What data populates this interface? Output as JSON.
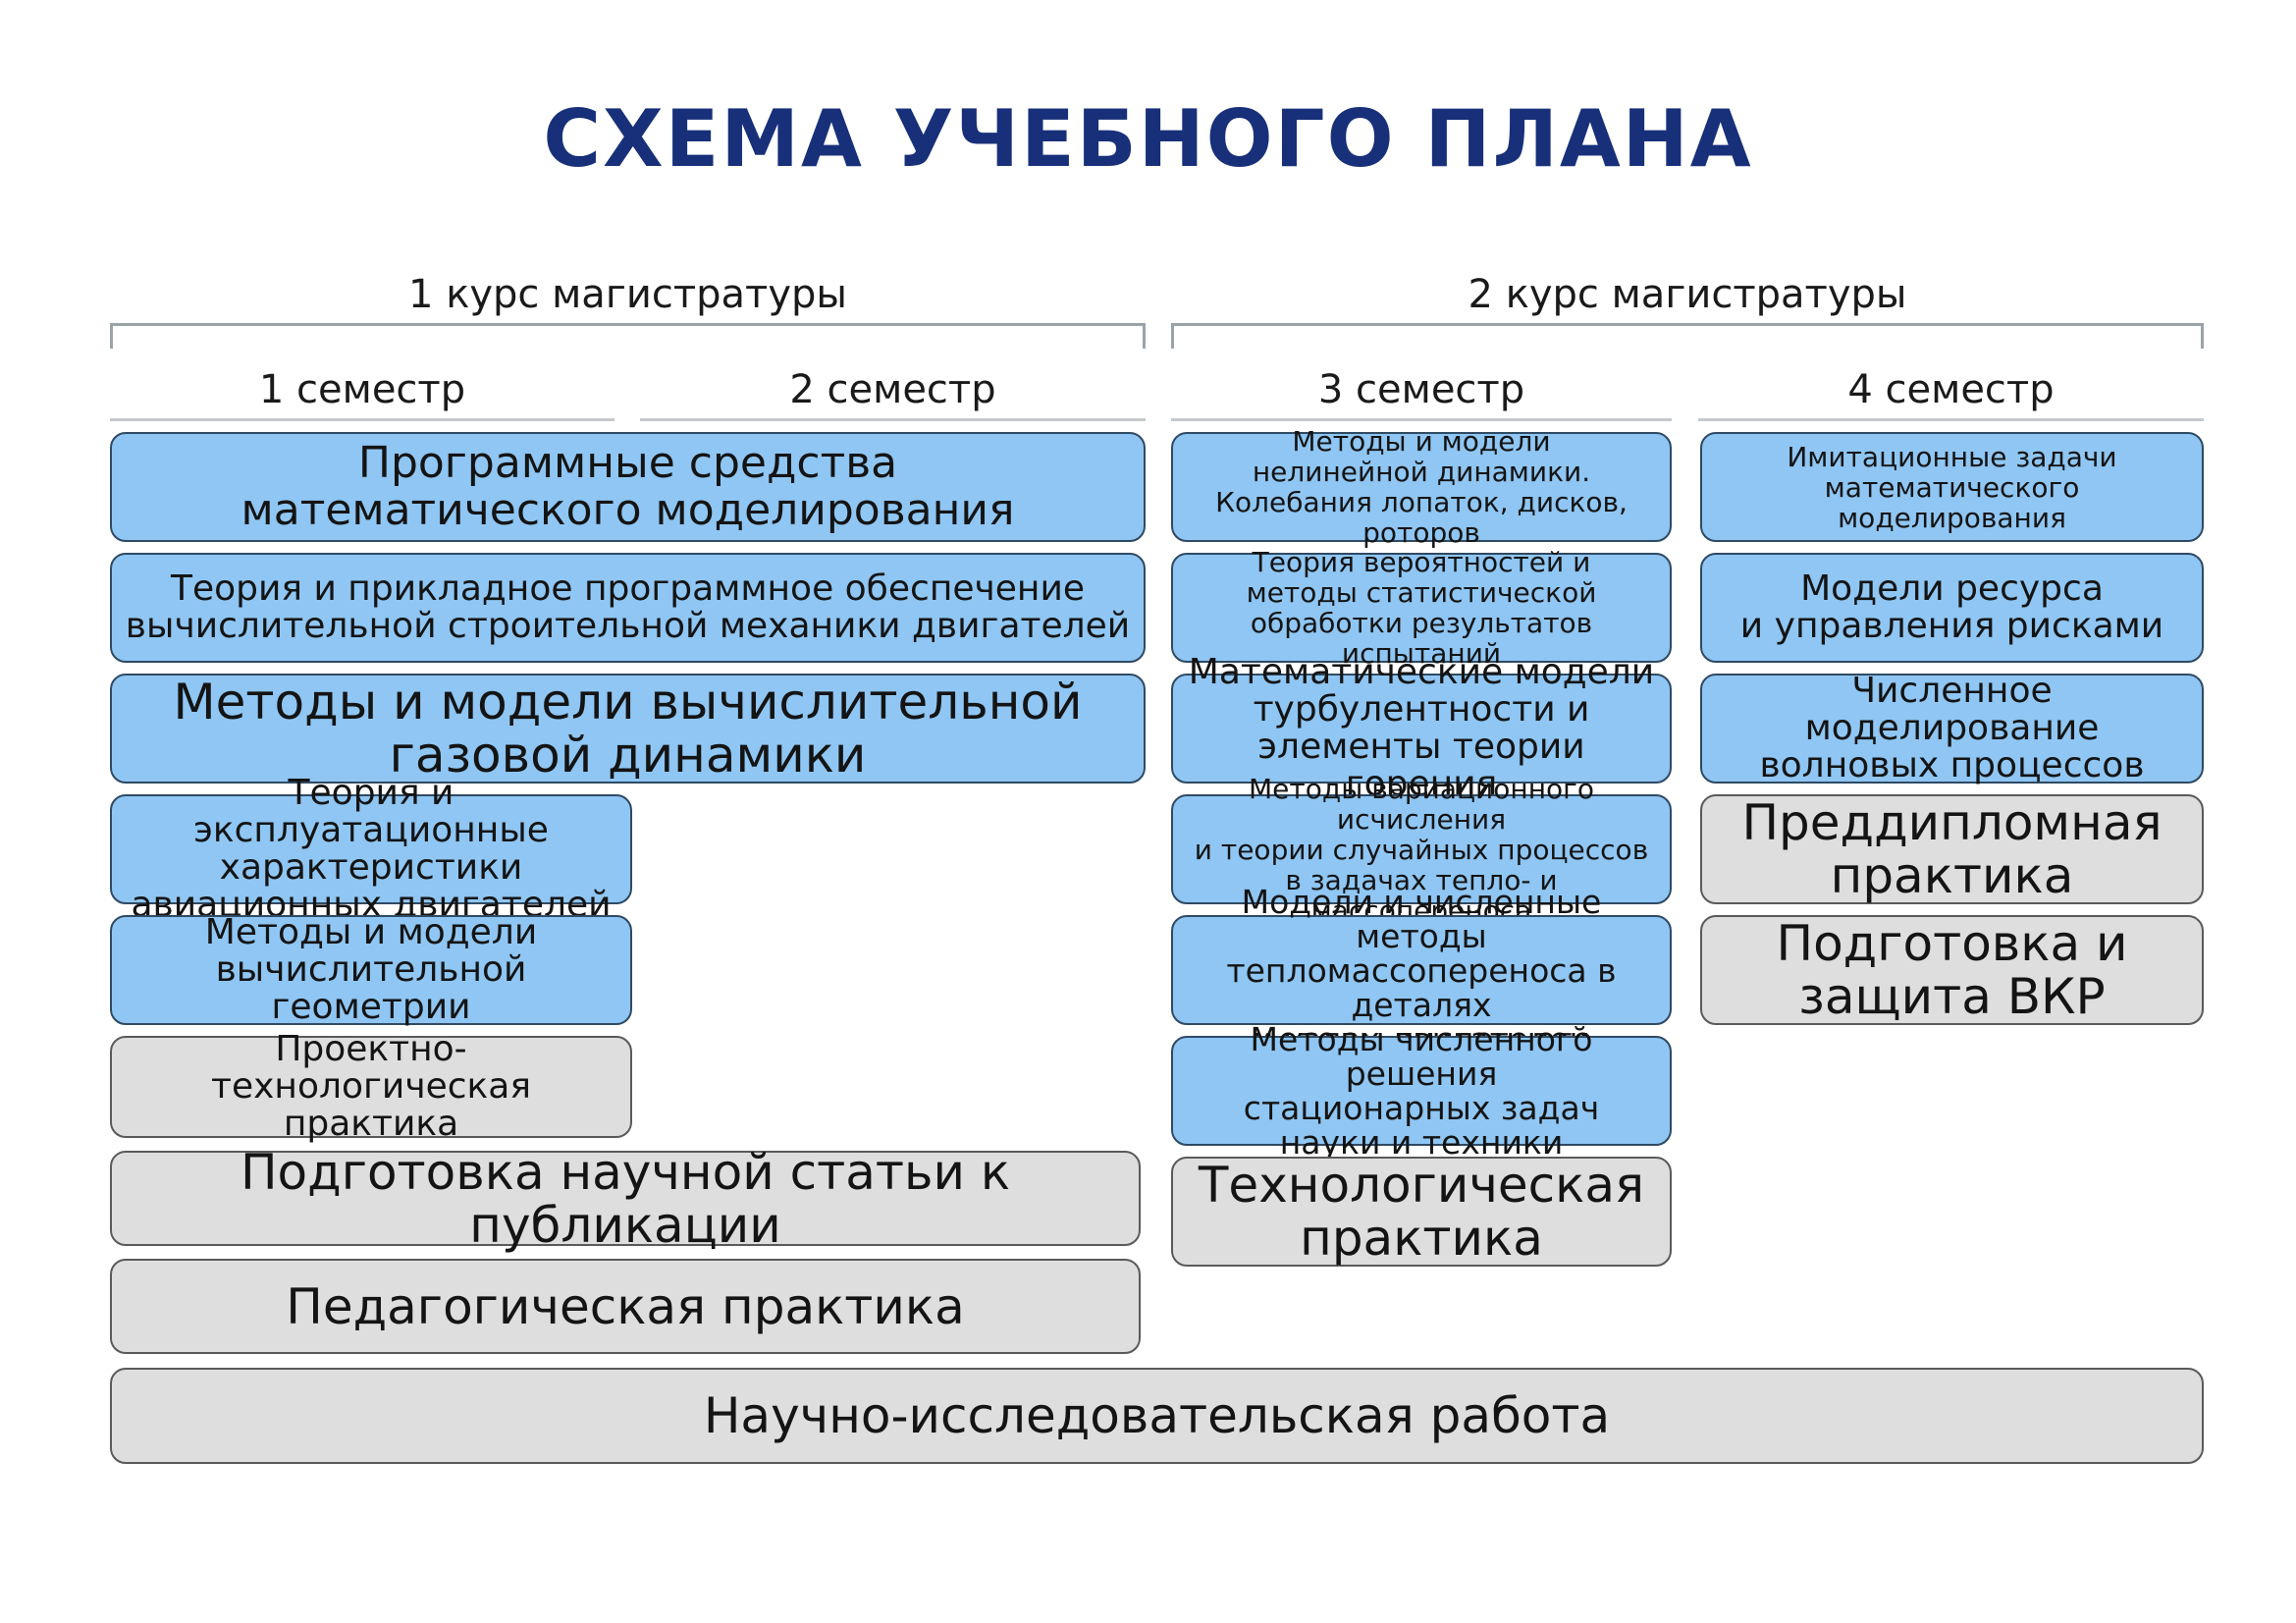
{
  "title": "СХЕМА УЧЕБНОГО ПЛАНА",
  "courses": [
    "1 курс магистратуры",
    "2 курс магистратуры"
  ],
  "semesters": [
    "1 семестр",
    "2 семестр",
    "3 семестр",
    "4 семестр"
  ],
  "year1": {
    "both_semesters": [
      "Программные средства\nматематического моделирования",
      "Теория и прикладное программное обеспечение\nвычислительной строительной механики двигателей",
      "Методы и модели вычислительной\nгазовой динамики"
    ],
    "semester1": [
      "Теория и эксплуатационные\nхарактеристики\nавиационных двигателей",
      "Методы и модели\nвычислительной геометрии",
      "Проектно-технологическая\nпрактика"
    ],
    "both_semesters_practice": [
      "Подготовка научной статьи к публикации",
      "Педагогическая практика"
    ]
  },
  "semester3": [
    "Методы и модели\nнелинейной динамики.\nКолебания лопаток, дисков, роторов",
    "Теория вероятностей и\nметоды статистической\nобработки результатов испытаний",
    "Математические модели\nтурбулентности и\nэлементы теории горения",
    "Методы вариационного исчисления\nи теории случайных процессов\nв задачах тепло- и массопереноса",
    "Модели и численные методы\nтепломассопереноса в деталях\nи узлах двигателей",
    "Методы численного решения\nстационарных задач\nнауки и техники",
    "Технологическая\nпрактика"
  ],
  "semester4": [
    "Имитационные задачи\nматематического моделирования",
    "Модели ресурса\nи управления рисками",
    "Численное моделирование\nволновых процессов",
    "Преддипломная\nпрактика",
    "Подготовка и\nзащита ВКР"
  ],
  "all_semesters": "Научно-исследовательская работа",
  "colors": {
    "title": "#18307a",
    "discipline_fill": "#8fc6f3",
    "practice_fill": "#dedede",
    "border": "#2f4a63"
  }
}
